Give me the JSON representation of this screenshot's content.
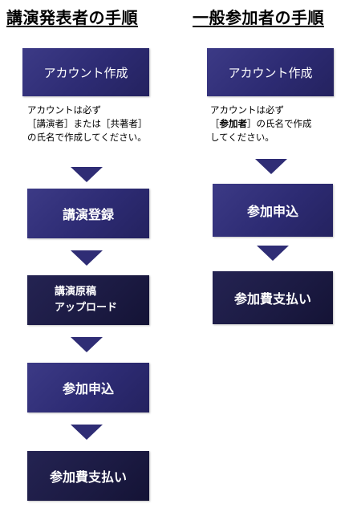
{
  "left": {
    "heading": "講演発表者の手順",
    "steps": [
      {
        "label": "アカウント作成"
      },
      {
        "label": "講演登録"
      },
      {
        "label_line1": "講演原稿",
        "label_line2": "アップロード"
      },
      {
        "label": "参加申込"
      },
      {
        "label": "参加費支払い"
      }
    ],
    "note": {
      "line1": "アカウントは必ず",
      "line2": "［講演者］または［共著者］",
      "line3": "の氏名で作成してください。"
    }
  },
  "right": {
    "heading": "一般参加者の手順",
    "steps": [
      {
        "label": "アカウント作成"
      },
      {
        "label": "参加申込"
      },
      {
        "label": "参加費支払い"
      }
    ],
    "note": {
      "line1": "アカウントは必ず",
      "line2_open": "［",
      "line2_bold": "参加者",
      "line2_close": "］の氏名で作成",
      "line3": "してください。"
    }
  },
  "colors": {
    "box": "#2d2b73",
    "box_dark": "#1b1a42",
    "arrow": "#2f2d75",
    "text_on_box": "#ffffff"
  }
}
